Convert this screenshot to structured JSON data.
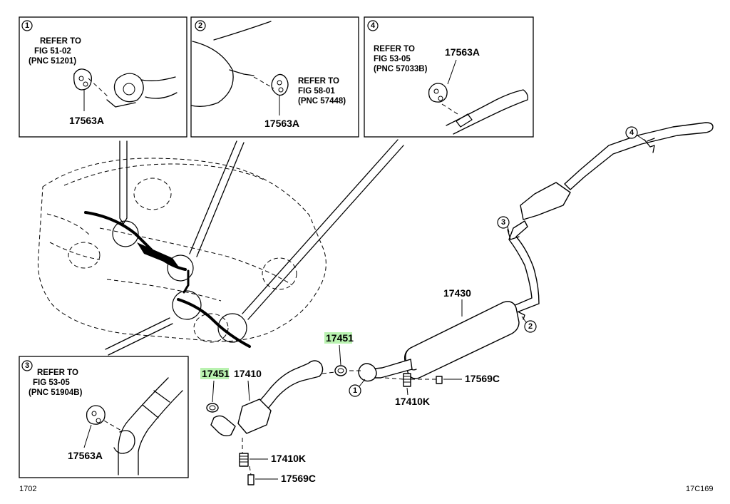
{
  "insets": {
    "one": {
      "num": "1",
      "ref": [
        "REFER TO",
        "FIG 51-02",
        "(PNC 51201)"
      ],
      "part": "17563A"
    },
    "two": {
      "num": "2",
      "ref": [
        "REFER TO",
        "FIG 58-01",
        "(PNC 57448)"
      ],
      "part": "17563A"
    },
    "four": {
      "num": "4",
      "ref": [
        "REFER TO",
        "FIG 53-05",
        "(PNC 57033B)"
      ],
      "part": "17563A"
    },
    "three": {
      "num": "3",
      "ref": [
        "REFER TO",
        "FIG 53-05",
        "(PNC 51904B)"
      ],
      "part": "17563A"
    }
  },
  "callouts": {
    "c1": "1",
    "c2": "2",
    "c3": "3",
    "c4": "4"
  },
  "parts": {
    "muffler": "17430",
    "gasket_upper": "17451",
    "gasket_lower": "17451",
    "front_pipe": "17410",
    "spring_lower": "17410K",
    "spring_upper": "17410K",
    "bolt_upper": "17569C",
    "bolt_lower": "17569C"
  },
  "highlight_color": "#b9f2b0",
  "footer": {
    "left": "1702",
    "right": "17C169"
  }
}
